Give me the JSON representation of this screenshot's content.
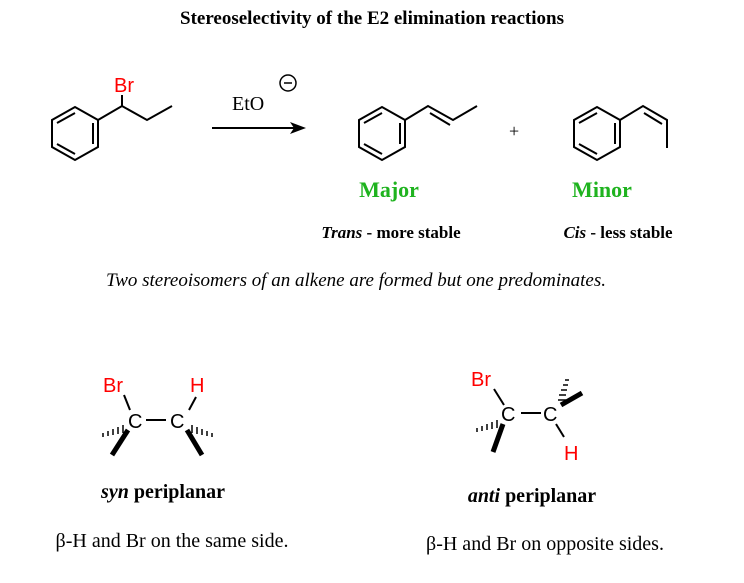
{
  "title": "Stereoselectivity of the E2 elimination reactions",
  "reaction": {
    "reagent": "EtO",
    "reagent_charge": "−",
    "leaving_group": "Br",
    "plus": "+",
    "major": {
      "label": "Major",
      "geometry": "Trans",
      "note": " - more stable"
    },
    "minor": {
      "label": "Minor",
      "geometry": "Cis",
      "note": " - less stable"
    }
  },
  "sentence": "Two stereoisomers of an alkene are formed but one predominates.",
  "syn": {
    "br": "Br",
    "h": "H",
    "c": "C",
    "label_italic": "syn",
    "label": " periplanar",
    "description": "β-H and Br on the same side."
  },
  "anti": {
    "br": "Br",
    "h": "H",
    "c": "C",
    "label_italic": "anti",
    "label": " periplanar",
    "description": "β-H and Br on opposite sides."
  },
  "colors": {
    "heteroatom": "#ff0000",
    "highlight": "#1fb31f"
  }
}
